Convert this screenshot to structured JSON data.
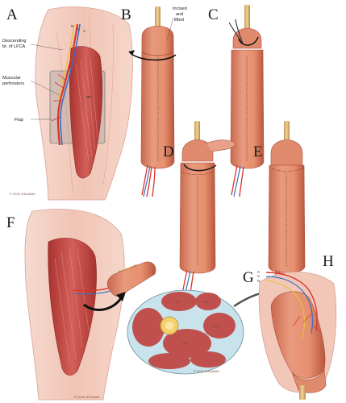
{
  "panels": {
    "a": "A",
    "b": "B",
    "c": "C",
    "d": "D",
    "e": "E",
    "f": "F",
    "g": "G",
    "h": "H"
  },
  "panel_a": {
    "nav": [
      "N",
      "A",
      "V"
    ],
    "descending_line1": "Descending",
    "descending_line2": "br. of LFCA",
    "muscular_line1": "Muscular",
    "muscular_line2": "perforators",
    "flap": "Flap",
    "rf": "RF",
    "copyright": "© 2016 JHU/AAM"
  },
  "panel_b": {
    "note_line1": "Incised",
    "note_line2": "and",
    "note_line3": "lifted"
  },
  "panel_f": {
    "copyright": "© 2016 JHU/AAM"
  },
  "panel_g": {
    "muscles": [
      "RF",
      "Sart",
      "VL",
      "VM",
      "Add L"
    ],
    "copyright": "© 2016 JHU/AAM"
  },
  "panel_h": {
    "avn": [
      "A",
      "V",
      "N"
    ]
  },
  "colors": {
    "skin": "#f2c7b8",
    "flap": "#e0876a",
    "muscle": "#c84a46",
    "artery": "#d9342b",
    "vein": "#3a6fc4",
    "nerve": "#e8c040"
  }
}
